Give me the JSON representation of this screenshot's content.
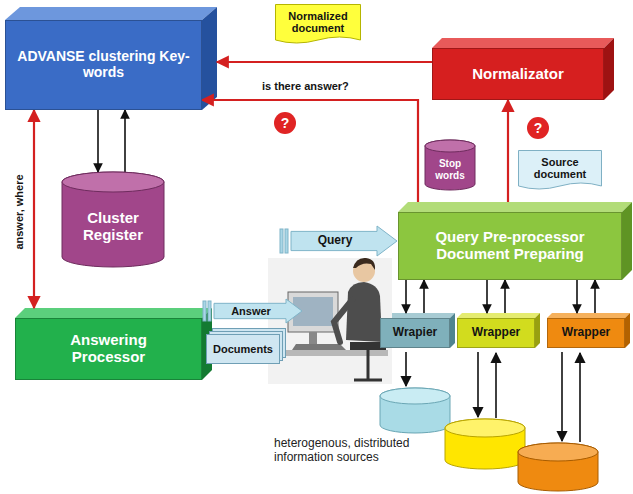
{
  "diagram": {
    "nodes": [
      {
        "text": [
          "ADVANSE clustering Key-words"
        ]
      },
      {
        "text": [
          "Normalized document"
        ]
      },
      {
        "text": [
          "Normalizator"
        ]
      },
      {
        "text": [
          "Cluster Register"
        ]
      },
      {
        "text": [
          "Stop words"
        ]
      },
      {
        "text": [
          "Source document"
        ]
      },
      {
        "text": [
          "Query"
        ]
      },
      {
        "text": [
          "Query Pre-processor Document Preparing"
        ]
      },
      {
        "text": [
          "Answering Processor"
        ]
      },
      {
        "text": [
          "Answer"
        ]
      },
      {
        "text": [
          "Documents"
        ]
      },
      {
        "text": [
          "Wrapier"
        ]
      },
      {
        "text": [
          "Wrapper"
        ]
      },
      {
        "text": [
          "Wrapper"
        ]
      }
    ],
    "edges": [
      {
        "from": 2,
        "to": 0,
        "arrow": "to"
      },
      {
        "from": 7,
        "to": 0,
        "label": "is there answer?",
        "arrow": "to"
      },
      {
        "from": 7,
        "to": 2,
        "arrow": "to"
      },
      {
        "from": 0,
        "to": 3,
        "arrow": "to"
      },
      {
        "from": 3,
        "to": 0,
        "arrow": "to"
      },
      {
        "from": 0,
        "to": 8,
        "label": "answer, where",
        "arrow": "both"
      },
      {
        "from": 7,
        "to": 11,
        "arrow": "to"
      },
      {
        "from": 11,
        "to": 7,
        "arrow": "to"
      },
      {
        "from": 7,
        "to": 12,
        "arrow": "to"
      },
      {
        "from": 12,
        "to": 7,
        "arrow": "to"
      },
      {
        "from": 7,
        "to": 13,
        "arrow": "to"
      },
      {
        "from": 13,
        "to": 7,
        "arrow": "to"
      }
    ],
    "labels": [
      "?",
      "?",
      "heterogenous, distributed information sources"
    ]
  }
}
